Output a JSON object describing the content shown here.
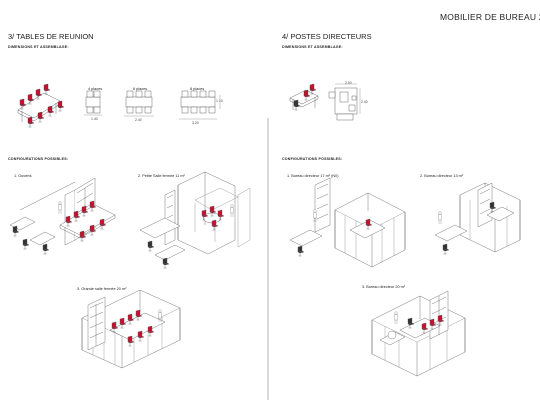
{
  "header": {
    "title": "MOBILIER DE BUREAU 2"
  },
  "left": {
    "section_title": "3/ TABLES DE REUNION",
    "dims_label": "DIMENSIONS ET ASSEMBLAGE:",
    "table_labels": [
      "4 places",
      "6 places",
      "8 places"
    ],
    "dims": [
      "1.40",
      "2.40",
      "3.20",
      "1.10"
    ],
    "configs_label": "CONFIGURATIONS POSSIBLES:",
    "configs": [
      "1. Ouverts",
      "2. Petite Salle fermée 11 m²",
      "3. Grande salle fermée 20 m²"
    ]
  },
  "right": {
    "section_title": "4/ POSTES DIRECTEURS",
    "dims_label": "DIMENSIONS ET ASSEMBLAGE:",
    "dims": [
      "2.00",
      "2.40"
    ],
    "configs_label": "CONFIGURATIONS POSSIBLES:",
    "configs": [
      "1. Bureau directeur 17 m² (N0)",
      "2. Bureau directeur 13 m²",
      "3. Bureau directeur 20 m²"
    ]
  },
  "colors": {
    "chair": "#c8102e",
    "line": "#555555",
    "glass": "#8a8a8a"
  }
}
